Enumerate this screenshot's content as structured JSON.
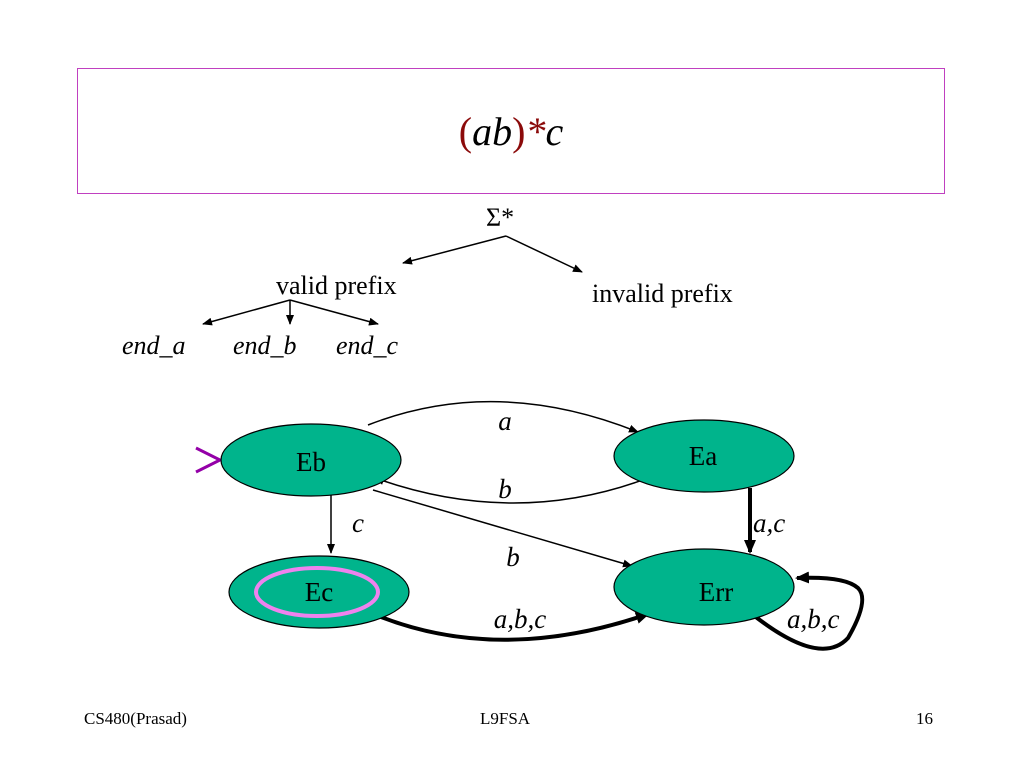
{
  "title": {
    "open_paren": "(",
    "ab": "ab",
    "close_paren": ")",
    "star": "*",
    "c": "c"
  },
  "tree": {
    "root": "Σ*",
    "valid": "valid prefix",
    "invalid": "invalid prefix",
    "end_a": "end_a",
    "end_b": "end_b",
    "end_c": "end_c"
  },
  "states": {
    "eb": "Eb",
    "ea": "Ea",
    "ec": "Ec",
    "err": "Err"
  },
  "edges": {
    "eb_ea": "a",
    "ea_eb": "b",
    "eb_ec": "c",
    "eb_err": "b",
    "ea_err": "a,c",
    "ec_err": "a,b,c",
    "err_self": "a,b,c"
  },
  "colors": {
    "state_fill": "#00b48c",
    "accept_ring": "#ee82ee",
    "start_arrow": "#9400a8",
    "title_accent": "#8b0a0a",
    "border": "#c040c0"
  },
  "footer": {
    "left": "CS480(Prasad)",
    "center": "L9FSA",
    "right": "16"
  }
}
